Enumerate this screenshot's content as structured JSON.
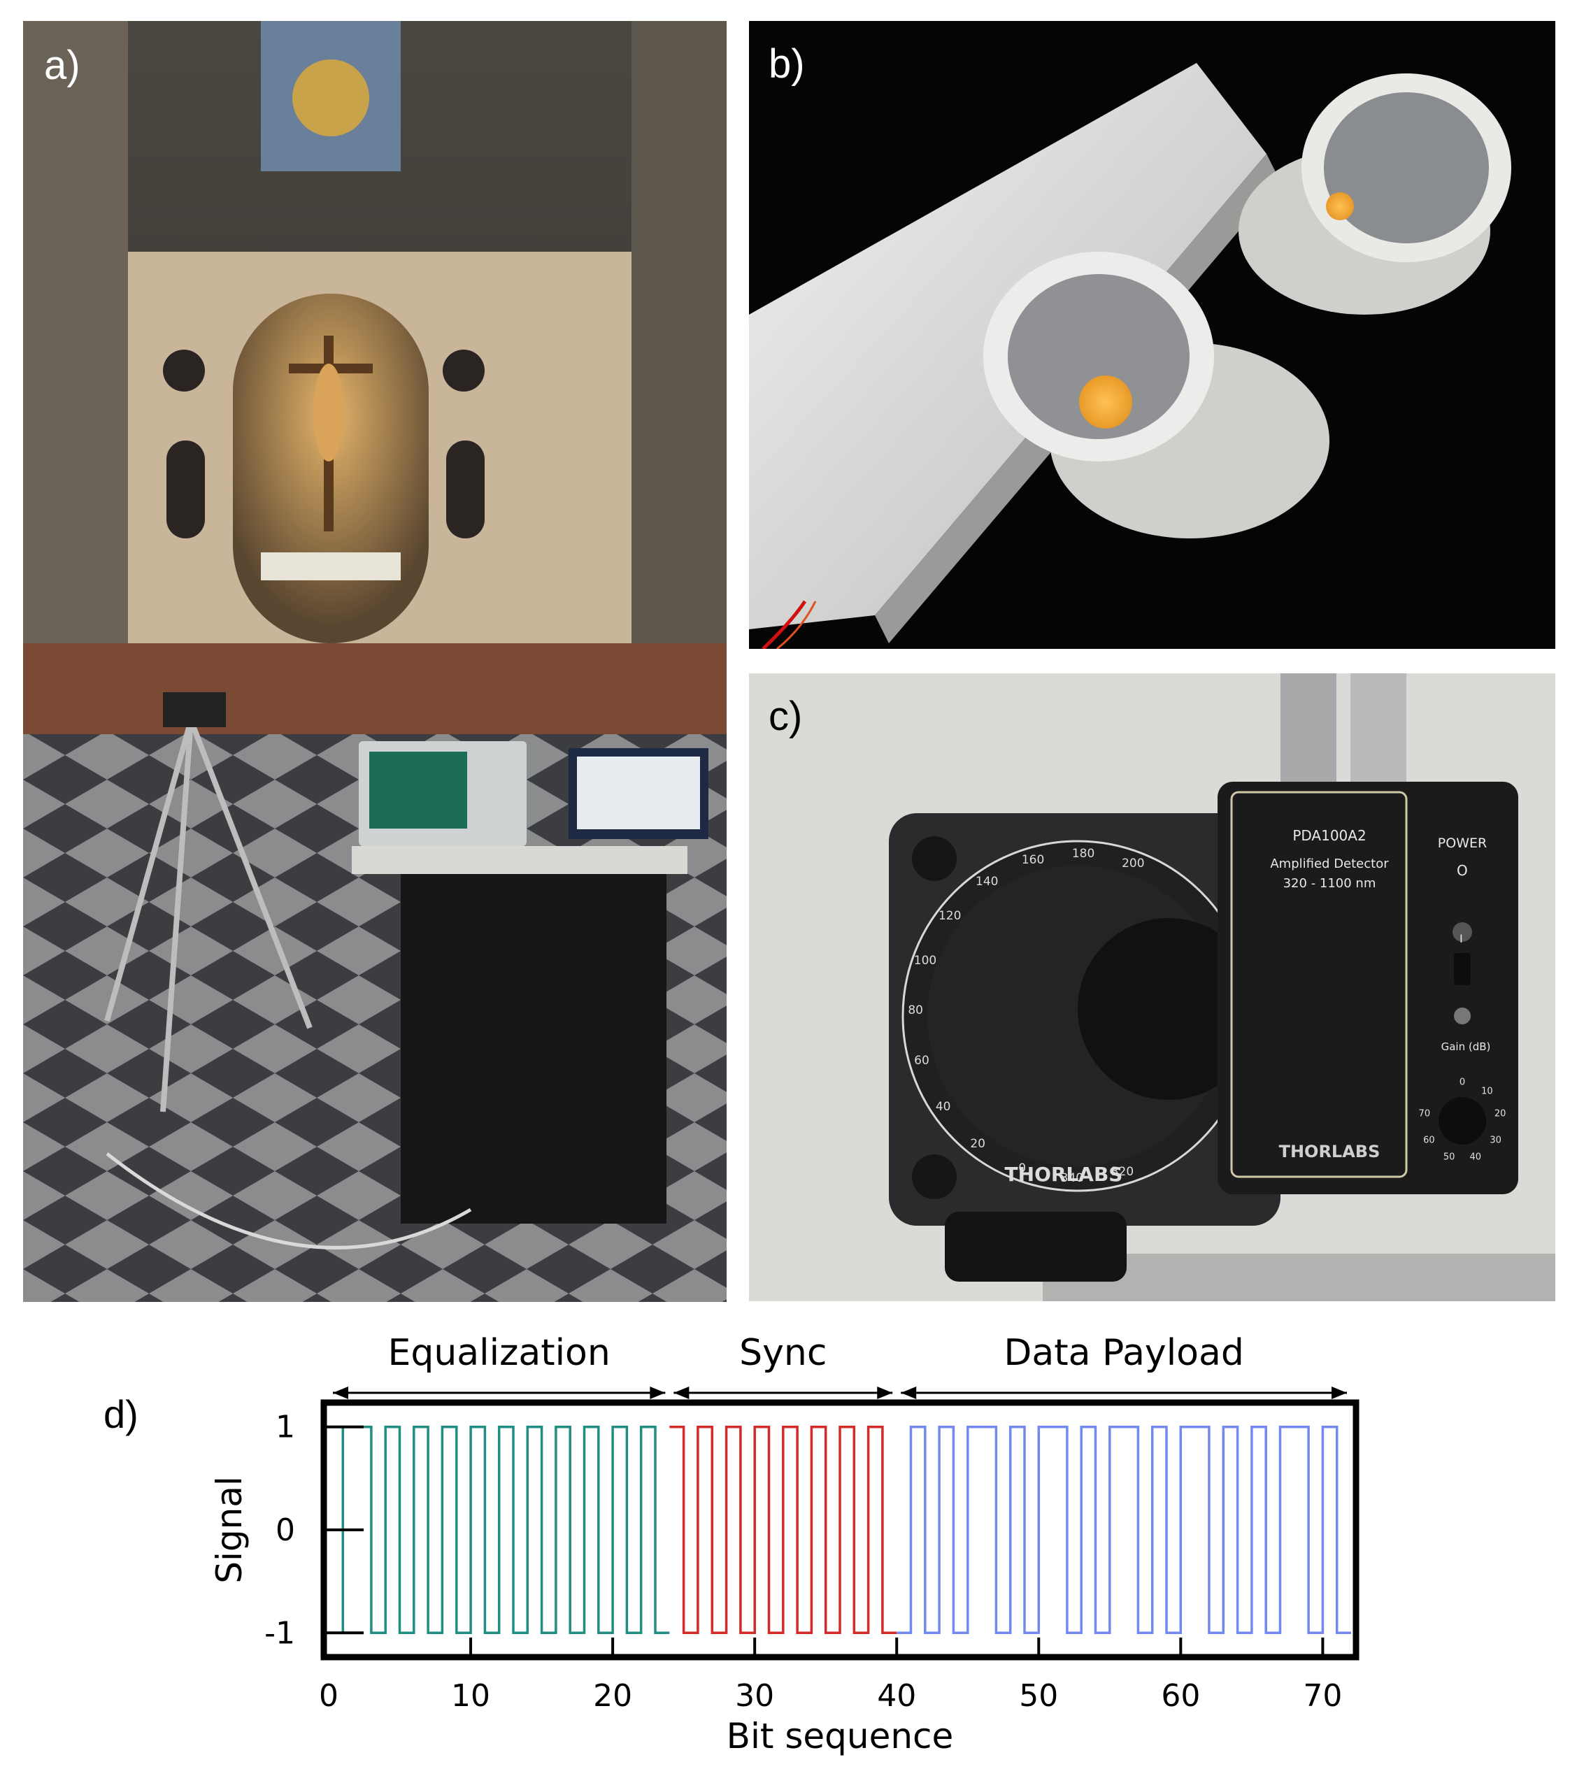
{
  "panels": {
    "a": {
      "label": "a)"
    },
    "b": {
      "label": "b)"
    },
    "c": {
      "label": "c)",
      "detector_model": "PDA100A2",
      "detector_desc": "Amplified Detector",
      "detector_range": "320 - 1100 nm",
      "power_label": "POWER",
      "power_on": "O",
      "power_off": "I",
      "gain_label": "Gain (dB)",
      "gain_ticks": [
        "0",
        "10",
        "20",
        "30",
        "40",
        "50",
        "60",
        "70"
      ],
      "brand": "THORLABS",
      "dial_ticks": [
        "0",
        "20",
        "40",
        "60",
        "80",
        "100",
        "120",
        "140",
        "160",
        "180",
        "200",
        "320",
        "340"
      ]
    },
    "d": {
      "label": "d)"
    }
  },
  "chart_data": {
    "type": "line",
    "xlabel": "Bit sequence",
    "ylabel": "Signal",
    "xlim": [
      0,
      72
    ],
    "ylim": [
      -1.1,
      1.1
    ],
    "x_ticks": [
      0,
      10,
      20,
      30,
      40,
      50,
      60,
      70
    ],
    "y_ticks": [
      1,
      0,
      -1
    ],
    "grid": false,
    "segments": [
      {
        "name": "Equalization",
        "x_start": 0,
        "x_end": 24,
        "color": "#1f8f84"
      },
      {
        "name": "Sync",
        "x_start": 24,
        "x_end": 40,
        "color": "#d42a2a"
      },
      {
        "name": "Data Payload",
        "x_start": 40,
        "x_end": 72,
        "color": "#7389f2"
      }
    ],
    "series": [
      {
        "values": [
          -1,
          1,
          1,
          -1,
          1,
          -1,
          1,
          -1,
          1,
          -1,
          1,
          -1,
          1,
          -1,
          1,
          -1,
          1,
          -1,
          1,
          -1,
          1,
          -1,
          1,
          -1
        ]
      },
      {
        "values": [
          1,
          -1,
          1,
          -1,
          1,
          -1,
          1,
          -1,
          1,
          -1,
          1,
          -1,
          1,
          -1,
          1,
          -1
        ]
      },
      {
        "values": [
          -1,
          1,
          -1,
          1,
          -1,
          1,
          1,
          -1,
          1,
          -1,
          1,
          1,
          -1,
          1,
          -1,
          1,
          1,
          -1,
          1,
          -1,
          1,
          1,
          -1,
          1,
          -1,
          1,
          -1,
          1,
          1,
          -1,
          1,
          -1
        ]
      }
    ]
  }
}
